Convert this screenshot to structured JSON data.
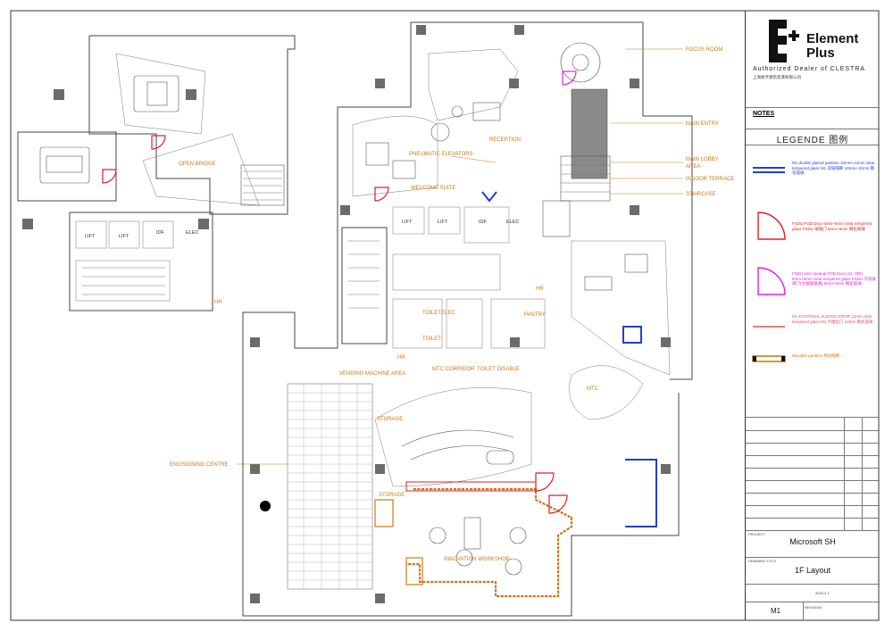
{
  "brand": {
    "name": "Element Plus",
    "dealer": "Authorized Dealer of CLESTRA",
    "cn_name": "上海易亨建筑装潢有限公司"
  },
  "notes_title": "NOTES",
  "legend": {
    "title": "LEGENDE 图例",
    "items": [
      {
        "color": "#1f3fd6",
        "text": "M1 double glazed partition 10mm+12mm clear tempered glass M1 双玻隔断 10mm+12mm 钢化玻璃"
      },
      {
        "color": "#e02020",
        "text": "FSDU FGD Door 6mm+6mm clear tempered glass FSDU 玻璃门 6mm+6mm 钢化玻璃"
      },
      {
        "color": "#e020e0",
        "text": "FSDU pair unequal FGD Door (CL-300) 6mm+6mm clear tempered glass FSDU 子母玻璃门(大幅玻璃通) 6mm+6mm 钢化玻璃"
      },
      {
        "color": "#e05050",
        "text": "M1 EXTERNAL SLIDING DOOR 12mm clear tempered glass M1 外推拉门 12mm 钢化玻璃"
      },
      {
        "color": "#d07a10",
        "text": "Movable partition 移动隔断"
      }
    ]
  },
  "title_block": {
    "project_label": "PROJECT",
    "project": "Microsoft SH",
    "drawing_title_label": "DRAWING TITLE",
    "drawing_title": "1F Layout",
    "date": "2018.2.1",
    "sheet": "M1",
    "revision_label": "REVISION"
  },
  "plan_labels": {
    "focus_room": "FOCUS ROOM",
    "main_entry": "MAIN ENTRY",
    "reception": "RECEPTION",
    "pneumatic_elevators": "PNEUMATIC ELEVATORS",
    "main_lobby": "MAIN LOBBY",
    "area": "AREA",
    "indoor_terrace": "INDOOR TERRACE",
    "staircase": "STAIRCASE",
    "welcome_suite": "WELCOME SUITE",
    "open_bridge": "OPEN BRIDGE",
    "envisioning_centre": "ENVISIONING CENTRE",
    "mtc_corridor": "MTC CORRIDOR",
    "toilet_disable": "TOILET DISABLE",
    "vending_machine": "VENDING MACHINE AREA",
    "mtc": "MTC",
    "storage_1": "STORAGE",
    "storage_2": "STORAGE",
    "innovation_workshop": "INNOVATION WORKSHOP",
    "pantry": "PANTRY",
    "toilet_1": "TOILET",
    "toilet_2": "TOILET",
    "lift_1": "LIFT",
    "lift_2": "LIFT",
    "lift_3": "LIFT",
    "lift_4": "LIFT",
    "idf_1": "IDF",
    "elec_1": "ELEC",
    "idf_2": "IDF",
    "elec_2": "ELEC",
    "elec_3": "ELEC",
    "hr_1": "HR",
    "hr_2": "HR",
    "hr_3": "HR"
  }
}
